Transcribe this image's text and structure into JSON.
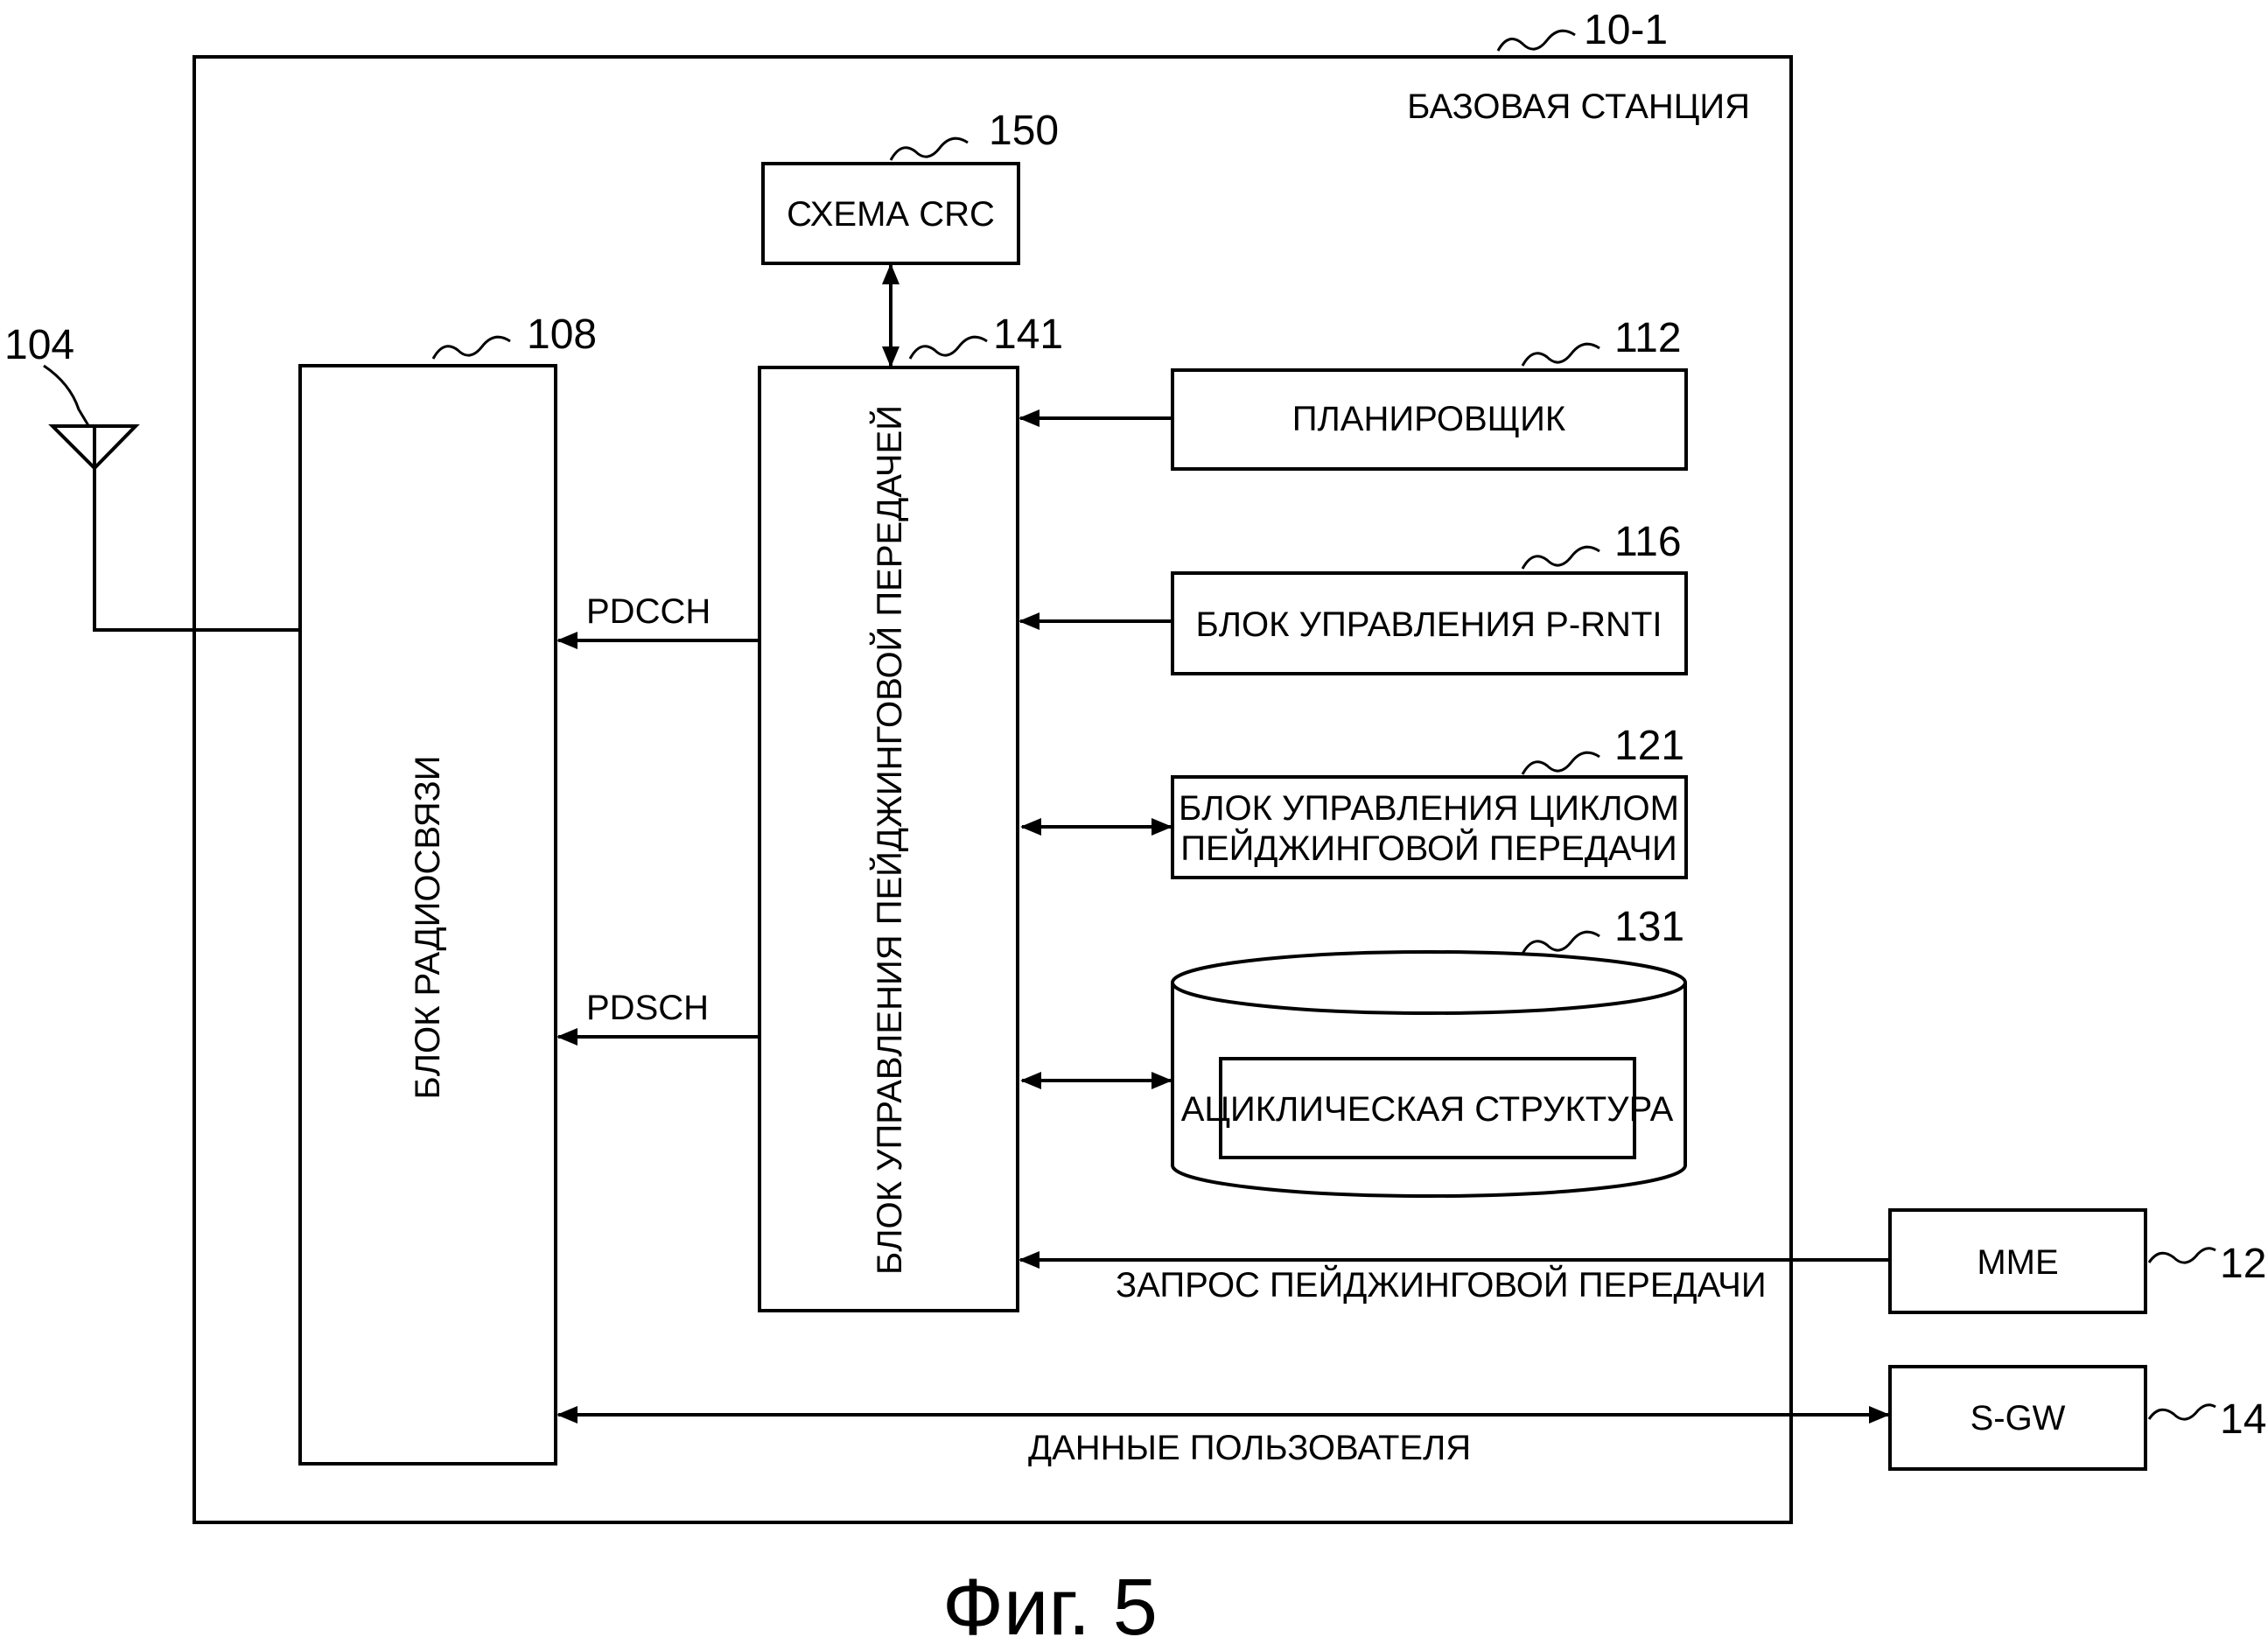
{
  "refs": {
    "station": "10-1",
    "crc": "150",
    "paging_ctrl": "141",
    "radio": "108",
    "antenna": "104",
    "scheduler": "112",
    "prnti": "116",
    "cycle": "121",
    "db": "131",
    "mme": "12",
    "sgw": "14"
  },
  "labels": {
    "station": "БАЗОВАЯ СТАНЦИЯ",
    "crc": "СХЕМА CRC",
    "paging_ctrl": "БЛОК УПРАВЛЕНИЯ ПЕЙДЖИНГОВОЙ ПЕРЕДАЧЕЙ",
    "radio": "БЛОК РАДИОСВЯЗИ",
    "scheduler": "ПЛАНИРОВЩИК",
    "prnti": "БЛОК УПРАВЛЕНИЯ P-RNTI",
    "cycle_line1": "БЛОК УПРАВЛЕНИЯ ЦИКЛОМ",
    "cycle_line2": "ПЕЙДЖИНГОВОЙ ПЕРЕДАЧИ",
    "acyclic": "АЦИКЛИЧЕСКАЯ СТРУКТУРА",
    "mme": "MME",
    "sgw": "S-GW",
    "pdcch": "PDCCH",
    "pdsch": "PDSCH",
    "paging_request": "ЗАПРОС ПЕЙДЖИНГОВОЙ ПЕРЕДАЧИ",
    "user_data": "ДАННЫЕ ПОЛЬЗОВАТЕЛЯ"
  },
  "caption": "Фиг. 5"
}
